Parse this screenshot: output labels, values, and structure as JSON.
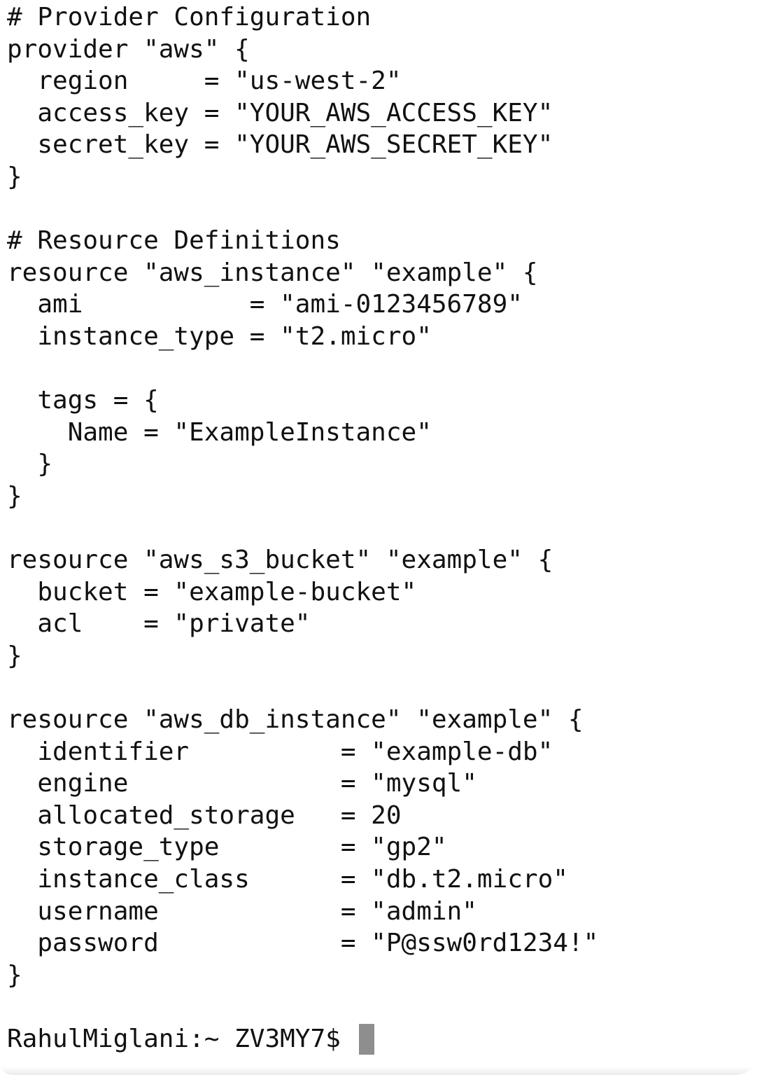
{
  "terminal": {
    "lines": [
      "# Provider Configuration",
      "provider \"aws\" {",
      "  region     = \"us-west-2\"",
      "  access_key = \"YOUR_AWS_ACCESS_KEY\"",
      "  secret_key = \"YOUR_AWS_SECRET_KEY\"",
      "}",
      "",
      "# Resource Definitions",
      "resource \"aws_instance\" \"example\" {",
      "  ami           = \"ami-0123456789\"",
      "  instance_type = \"t2.micro\"",
      "",
      "  tags = {",
      "    Name = \"ExampleInstance\"",
      "  }",
      "}",
      "",
      "resource \"aws_s3_bucket\" \"example\" {",
      "  bucket = \"example-bucket\"",
      "  acl    = \"private\"",
      "}",
      "",
      "resource \"aws_db_instance\" \"example\" {",
      "  identifier          = \"example-db\"",
      "  engine              = \"mysql\"",
      "  allocated_storage   = 20",
      "  storage_type        = \"gp2\"",
      "  instance_class      = \"db.t2.micro\"",
      "  username            = \"admin\"",
      "  password            = \"P@ssw0rd1234!\"",
      "}",
      ""
    ],
    "prompt": "RahulMiglani:~ ZV3MY7$ "
  },
  "colors": {
    "background": "#ffffff",
    "text": "#111111",
    "cursor": "#8e8e8e"
  }
}
